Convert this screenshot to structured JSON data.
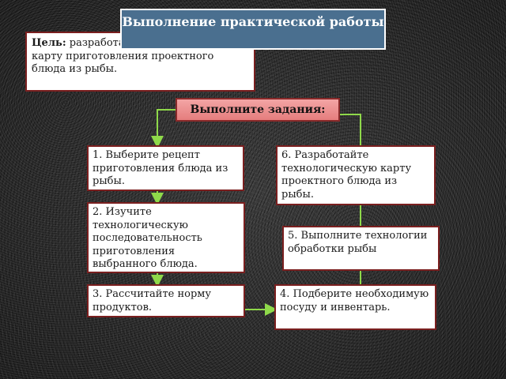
{
  "title": "Выполнение практической работы",
  "goal": {
    "label": "Цель:",
    "text": "разработать технологическую карту приготовления проектного блюда из рыбы."
  },
  "tasks_header": "Выполните задания:",
  "steps": [
    "1. Выберите рецепт приготовления блюда из рыбы.",
    "2. Изучите технологическую последовательность приготовления выбранного блюда.",
    "3. Рассчитайте норму продуктов.",
    "4. Подберите необходимую посуду и инвентарь.",
    "5. Выполните технологии обработки рыбы",
    "6. Разработайте технологическую карту проектного блюда из рыбы."
  ],
  "colors": {
    "title_bg": "#4a6f8f",
    "tasks_bg": "#e57d7d",
    "box_border": "#7a1f1f",
    "arrow": "#8fd94a"
  }
}
